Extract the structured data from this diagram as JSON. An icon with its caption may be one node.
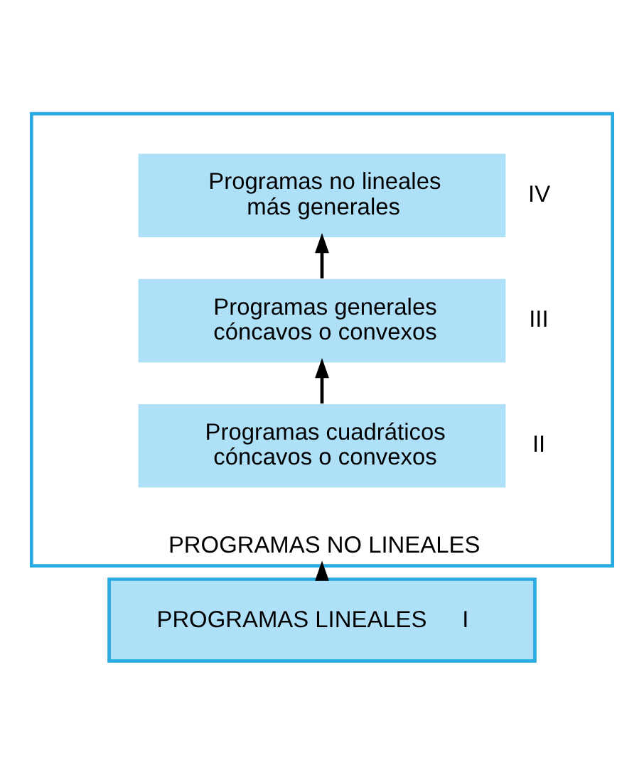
{
  "diagram": {
    "nodes": [
      {
        "text": [
          "PROGRAMAS NO LINEALES"
        ]
      },
      {
        "text": [
          "Programas no lineales más generales"
        ],
        "in": 0,
        "beside": [
          "IV"
        ]
      },
      {
        "text": [
          "Programas generales cóncavos o convexos"
        ],
        "in": 0,
        "beside": [
          "III"
        ]
      },
      {
        "text": [
          "Programas cuadráticos cóncavos o convexos"
        ],
        "in": 0,
        "beside": [
          "II"
        ]
      },
      {
        "text": [
          "PROGRAMAS LINEALES",
          "I"
        ]
      }
    ],
    "edges": [
      {
        "from": 3,
        "to": 2,
        "arrow": "to"
      },
      {
        "from": 2,
        "to": 1,
        "arrow": "to"
      },
      {
        "from": 4,
        "to": 0,
        "arrow": "to"
      }
    ]
  }
}
